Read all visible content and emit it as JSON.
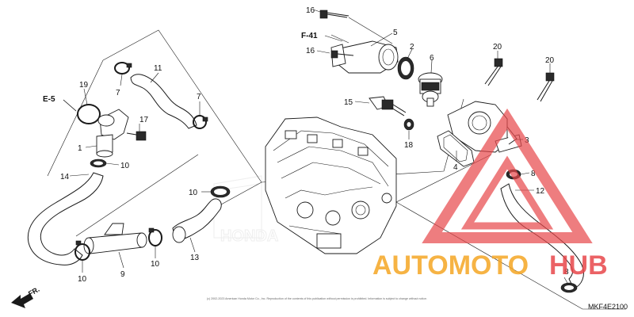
{
  "diagram": {
    "code": "MKF4E2100",
    "arrow_label": "FR.",
    "copyright": "(c) 2002-2023 American Honda Motor Co., Inc. Reproduction of the contents of this publication without permission is prohibited. Information is subject to change without notice.",
    "refs": {
      "e5": "E-5",
      "f41": "F-41"
    },
    "callouts": {
      "p1": "1",
      "p2": "2",
      "p3": "3",
      "p4": "4",
      "p5": "5",
      "p6": "6",
      "p7a": "7",
      "p7b": "7",
      "p8a": "8",
      "p8b": "8",
      "p9": "9",
      "p10a": "10",
      "p10b": "10",
      "p10c": "10",
      "p10d": "10",
      "p11": "11",
      "p12": "12",
      "p13": "13",
      "p14": "14",
      "p15": "15",
      "p16a": "16",
      "p16b": "16",
      "p17": "17",
      "p18": "18",
      "p19": "19",
      "p20a": "20",
      "p20b": "20"
    }
  },
  "watermark": {
    "brand_part1": "AUTOMOTO",
    "brand_part2": "HUB",
    "color_orange": "#f5a623",
    "color_red": "#e8474a"
  }
}
